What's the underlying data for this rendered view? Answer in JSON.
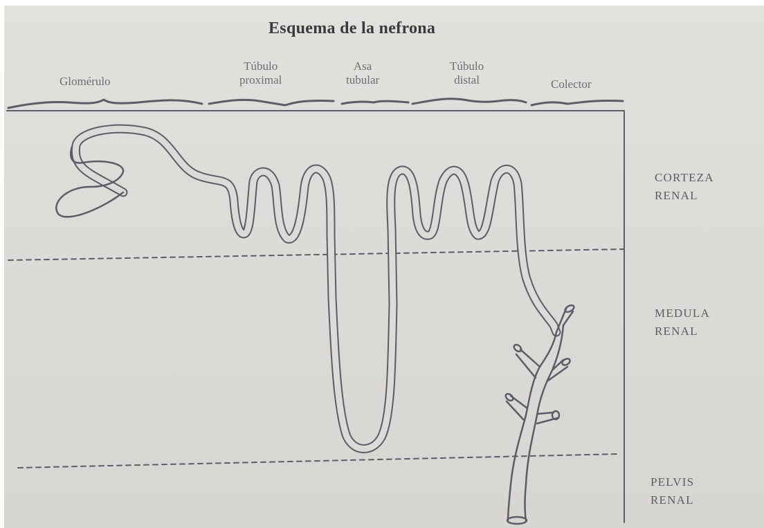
{
  "title": "Esquema de la nefrona",
  "segments": {
    "glomerulo": "Glomérulo",
    "tubulo_proximal_line1": "Túbulo",
    "tubulo_proximal_line2": "proximal",
    "asa_line1": "Asa",
    "asa_line2": "tubular",
    "tubulo_distal_line1": "Túbulo",
    "tubulo_distal_line2": "distal",
    "colector": "Colector"
  },
  "zones": {
    "corteza_line1": "CORTEZA",
    "corteza_line2": "RENAL",
    "medula_line1": "MEDULA",
    "medula_line2": "RENAL",
    "pelvis_line1": "PELVIS",
    "pelvis_line2": "RENAL"
  },
  "colors": {
    "paper": "#dcdbd7",
    "ink": "#5e5b68",
    "text": "#3a3a3e"
  }
}
